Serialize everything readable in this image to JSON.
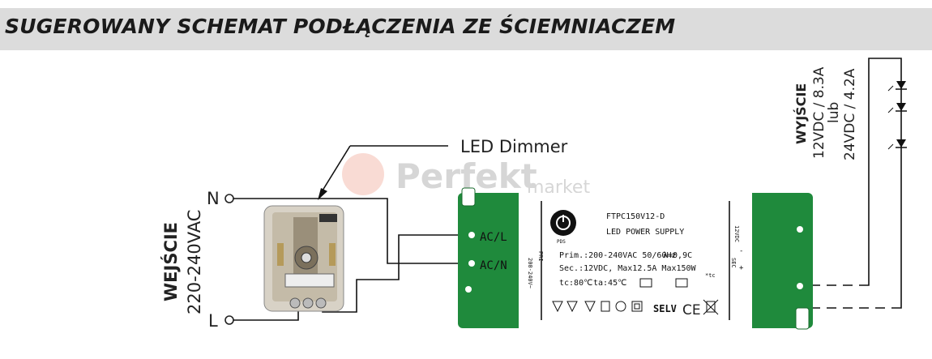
{
  "header": {
    "title": "SUGEROWANY SCHEMAT PODŁĄCZENIA ZE ŚCIEMNIACZEM"
  },
  "input": {
    "title": "WEJŚCIE",
    "voltage": "220-240VAC",
    "terminal_n": "N",
    "terminal_l": "L"
  },
  "dimmer": {
    "label": "LED Dimmer"
  },
  "watermark": {
    "brand": "Perfekt",
    "sub": "market"
  },
  "psu": {
    "model": "FTPC150V12-D",
    "name": "LED POWER SUPPLY",
    "prim": "Prim.:200-240VAC 50/60Hz",
    "lambda": "λ=0,9C",
    "sec": "Sec.:12VDC, Max12.5A Max150W",
    "tc": "tc:80℃",
    "ta": "ta:45℃",
    "tc_mark": "*tc",
    "input_ac_l": "AC/L",
    "input_ac_n": "AC/N",
    "pri_side": "PRI",
    "pri_rating": "200-240V~",
    "sec_side": "SEC",
    "sec_rating": "12VDC",
    "brand_badge": "PDS",
    "selv": "SELV",
    "ce": "CE",
    "plus": "+",
    "minus": "-"
  },
  "output": {
    "title": "WYJŚCIE",
    "line1": "12VDC / 8.3A",
    "line2": "lub",
    "line3": "24VDC / 4.2A"
  },
  "colors": {
    "header_bg": "#dcdcdc",
    "psu_green": "#1f8a3c",
    "wire": "#111111"
  }
}
